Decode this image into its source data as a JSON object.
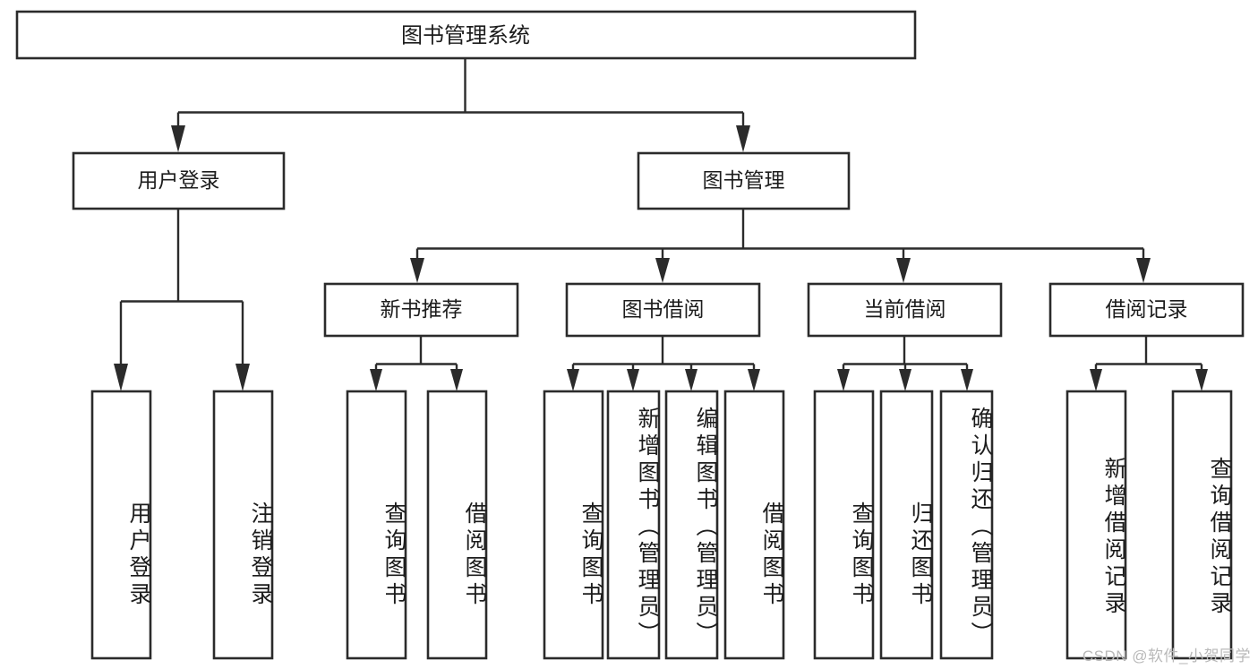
{
  "diagram": {
    "type": "tree",
    "title": "图书管理系统",
    "watermark": "CSDN @软件_小贺同学",
    "colors": {
      "background": "#ffffff",
      "stroke": "#2b2b2b",
      "text": "#1c1c1c",
      "watermark": "#b9b9b9"
    },
    "levels": {
      "root": {
        "label": "图书管理系统"
      },
      "level2": [
        {
          "label": "用户登录"
        },
        {
          "label": "图书管理"
        }
      ],
      "level3": [
        {
          "label": "新书推荐"
        },
        {
          "label": "图书借阅"
        },
        {
          "label": "当前借阅"
        },
        {
          "label": "借阅记录"
        }
      ],
      "leaves": [
        {
          "label": "用户登录",
          "parent": "用户登录"
        },
        {
          "label": "注销登录",
          "parent": "用户登录"
        },
        {
          "label": "查询图书",
          "parent": "新书推荐"
        },
        {
          "label": "借阅图书",
          "parent": "新书推荐"
        },
        {
          "label": "查询图书",
          "parent": "图书借阅"
        },
        {
          "label": "新增图书（管理员）",
          "parent": "图书借阅"
        },
        {
          "label": "编辑图书（管理员）",
          "parent": "图书借阅"
        },
        {
          "label": "借阅图书",
          "parent": "图书借阅"
        },
        {
          "label": "查询图书",
          "parent": "当前借阅"
        },
        {
          "label": "归还图书",
          "parent": "当前借阅"
        },
        {
          "label": "确认归还（管理员）",
          "parent": "当前借阅"
        },
        {
          "label": "新增借阅记录",
          "parent": "借阅记录"
        },
        {
          "label": "查询借阅记录",
          "parent": "借阅记录"
        }
      ]
    }
  }
}
